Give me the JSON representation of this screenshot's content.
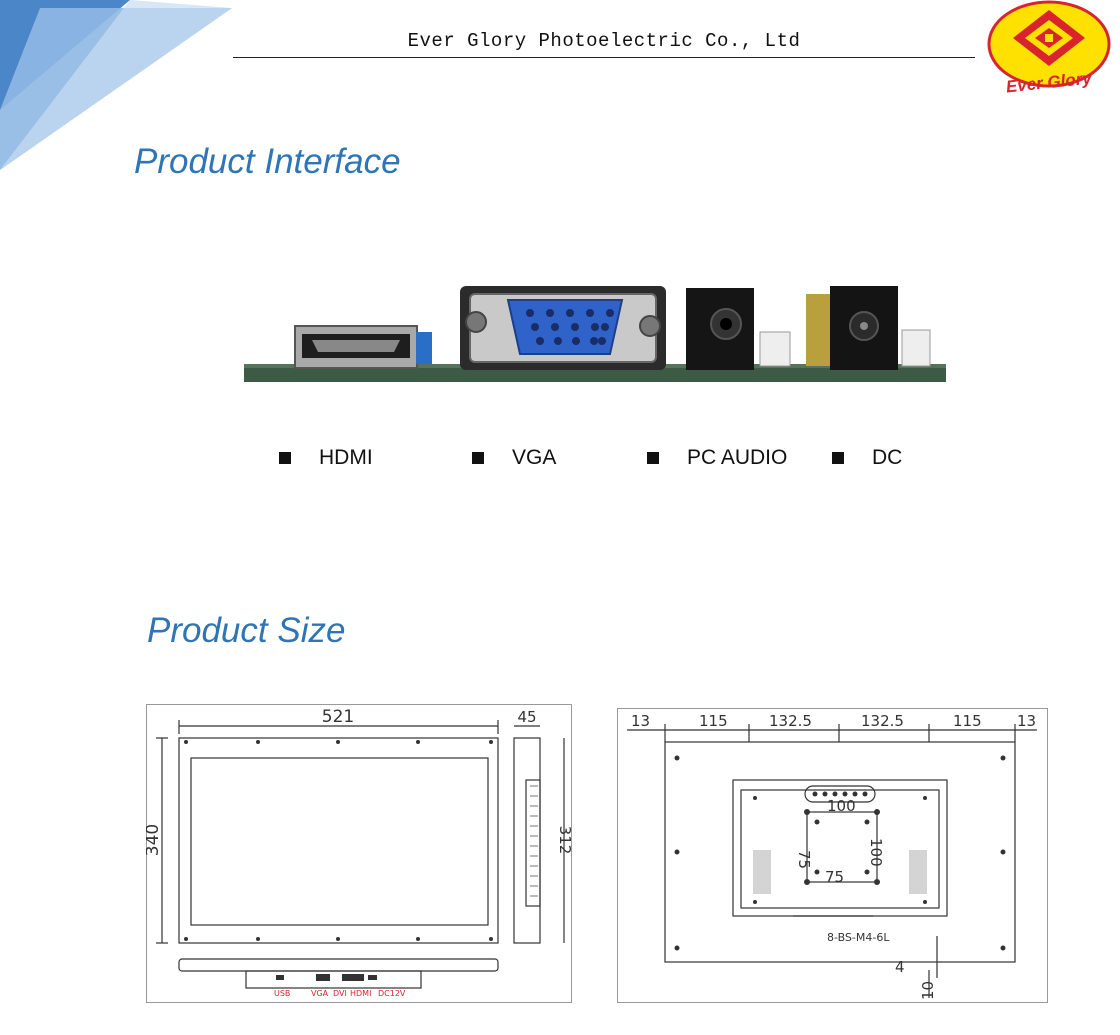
{
  "header": {
    "company": "Ever Glory Photoelectric Co., Ltd",
    "logo_text": "Ever Glory"
  },
  "sections": {
    "interface_title": "Product Interface",
    "size_title": "Product Size"
  },
  "interfaces": [
    {
      "label": "HDMI"
    },
    {
      "label": "VGA"
    },
    {
      "label": "PC AUDIO"
    },
    {
      "label": "DC"
    }
  ],
  "drawing_front": {
    "width_dim": "521",
    "depth_dim": "45",
    "height_dim": "340",
    "side_height_dim": "312",
    "port_labels": [
      "USB",
      "VGA",
      "DVI",
      "HDMI",
      "DC12V"
    ]
  },
  "drawing_back": {
    "top_dims": [
      "13",
      "115",
      "132.5",
      "132.5",
      "115",
      "13"
    ],
    "vesa_outer": "100",
    "vesa_outer_v": "100",
    "vesa_inner": "75",
    "vesa_inner_v": "75",
    "screw_note": "8-BS-M4-6L",
    "edge_dim": "4",
    "thickness_dim": "10"
  },
  "colors": {
    "title_blue": "#2f75b5",
    "logo_red": "#d9232d",
    "logo_yellow": "#ffe100",
    "corner_blue": "#5b9bd5"
  }
}
